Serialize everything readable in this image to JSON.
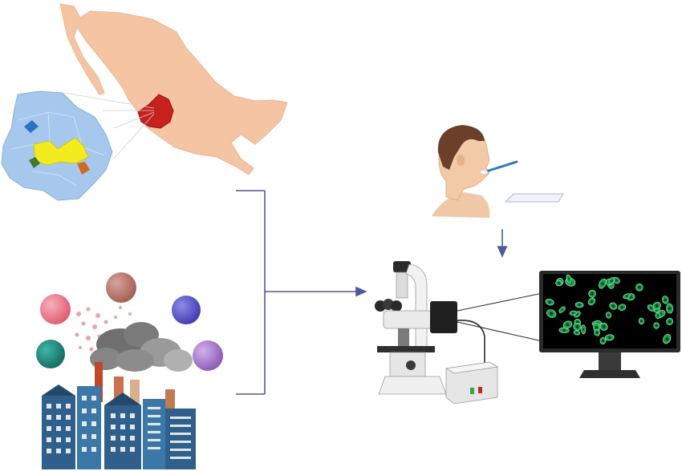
{
  "diagram": {
    "nodes": [
      {
        "id": "map",
        "label": "",
        "icon": "mexico-map-with-jalisco-detail-icon"
      },
      {
        "id": "pollution",
        "label": "",
        "icon": "industrial-pollution-particles-icon"
      },
      {
        "id": "sampling",
        "label": "",
        "icon": "buccal-swab-sampling-icon"
      },
      {
        "id": "microscope",
        "label": "",
        "icon": "fluorescence-microscope-icon"
      },
      {
        "id": "monitor",
        "label": "",
        "icon": "monitor-fluorescent-cells-icon"
      }
    ],
    "edges": [
      {
        "from": "map",
        "to": "microscope",
        "style": "bracket-arrow"
      },
      {
        "from": "pollution",
        "to": "microscope",
        "style": "bracket-arrow"
      },
      {
        "from": "sampling",
        "to": "microscope",
        "style": "arrow"
      },
      {
        "from": "microscope",
        "to": "monitor",
        "style": "projection-lines"
      }
    ],
    "colors": {
      "connector": "#4a5a9a",
      "mexico": "#f5c5a3",
      "jalisco": "#c8201e",
      "jalisco_state": "#a6c8ec",
      "highlight_yellow": "#f2ec1e",
      "city": "#2f5f8a",
      "smoke": "#7a7a7a",
      "screen": "#000000",
      "cell_fill": "#1b9c4a"
    },
    "particles": [
      {
        "name": "pink",
        "color": "#e86c7e"
      },
      {
        "name": "mauve",
        "color": "#b9766c"
      },
      {
        "name": "indigo",
        "color": "#5b56c8"
      },
      {
        "name": "teal",
        "color": "#1f9084"
      },
      {
        "name": "lavender",
        "color": "#ab7ccd"
      }
    ]
  }
}
